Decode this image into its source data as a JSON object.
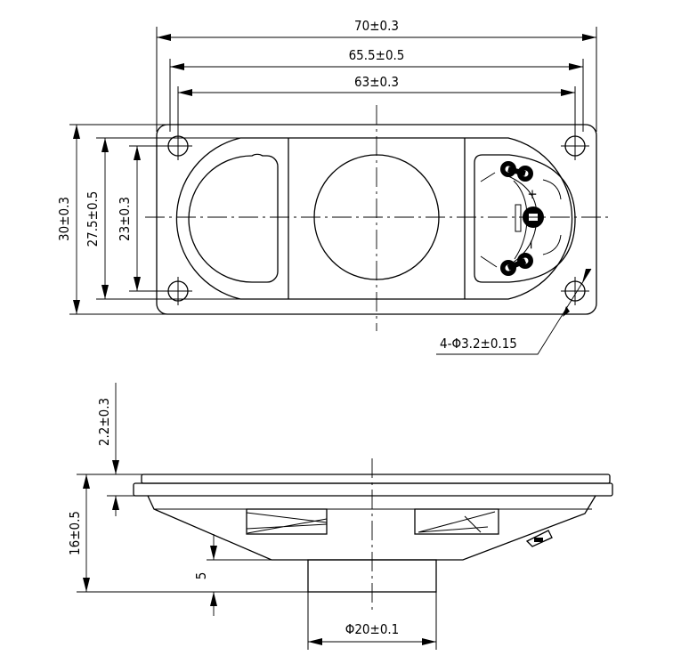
{
  "top_view": {
    "dim_width_outer": "70±0.3",
    "dim_width_mid": "65.5±0.5",
    "dim_width_holes": "63±0.3",
    "dim_height_outer": "30±0.3",
    "dim_height_mid": "27.5±0.5",
    "dim_height_holes": "23±0.3",
    "dim_hole_note": "4-Φ3.2±0.15",
    "terminal_plus": "+",
    "terminal_minus": "−"
  },
  "side_view": {
    "dim_flange": "2.2±0.3",
    "dim_total_height": "16±0.5",
    "dim_magnet_height": "5",
    "dim_magnet_diameter": "Φ20±0.1"
  }
}
